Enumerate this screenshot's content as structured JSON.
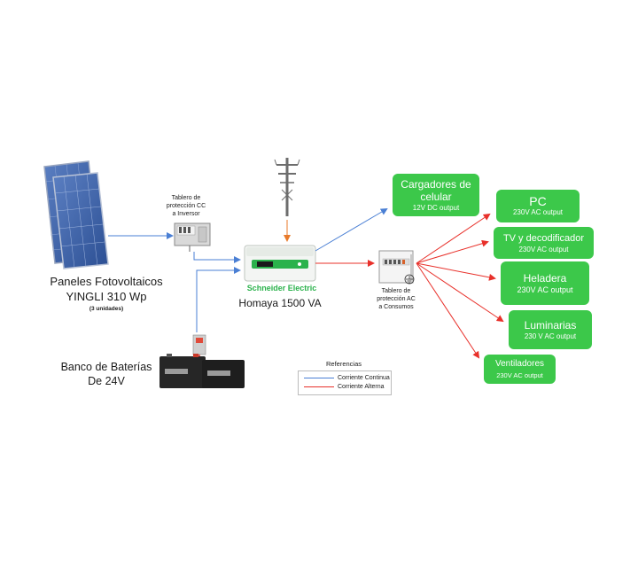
{
  "pv": {
    "title_line1": "Paneles Fotovoltaicos",
    "title_line2": "YINGLI 310 Wp",
    "units": "(3 unidades)"
  },
  "dc_board": {
    "label_line1": "Tablero de",
    "label_line2": "protección CC",
    "label_line3": "a Inversor"
  },
  "inverter": {
    "brand": "Schneider Electric",
    "model": "Homaya 1500 VA"
  },
  "batteries": {
    "label_line1": "Banco de Baterías",
    "label_line2": "De 24V"
  },
  "ac_board": {
    "label_line1": "Tablero de",
    "label_line2": "protección AC",
    "label_line3": "a Consumos"
  },
  "loads": [
    {
      "title": "Cargadores de celular",
      "subtitle": "12V DC output"
    },
    {
      "title": "PC",
      "subtitle": "230V AC output"
    },
    {
      "title": "TV y decodificador",
      "subtitle": "230V AC output"
    },
    {
      "title": "Heladera",
      "subtitle": "230V AC output"
    },
    {
      "title": "Luminarias",
      "subtitle": "230 V AC output"
    },
    {
      "title": "Ventiladores",
      "subtitle": "230V AC output"
    }
  ],
  "legend": {
    "title": "Referencias",
    "dc_label": "Corriente Continua",
    "ac_label": "Corriente Alterna"
  },
  "colors": {
    "dc_line": "#4a7fd4",
    "ac_line": "#e8302a",
    "grid_line": "#e87a2a",
    "load_box": "#3cc84a",
    "inverter_green": "#2bb24c"
  }
}
